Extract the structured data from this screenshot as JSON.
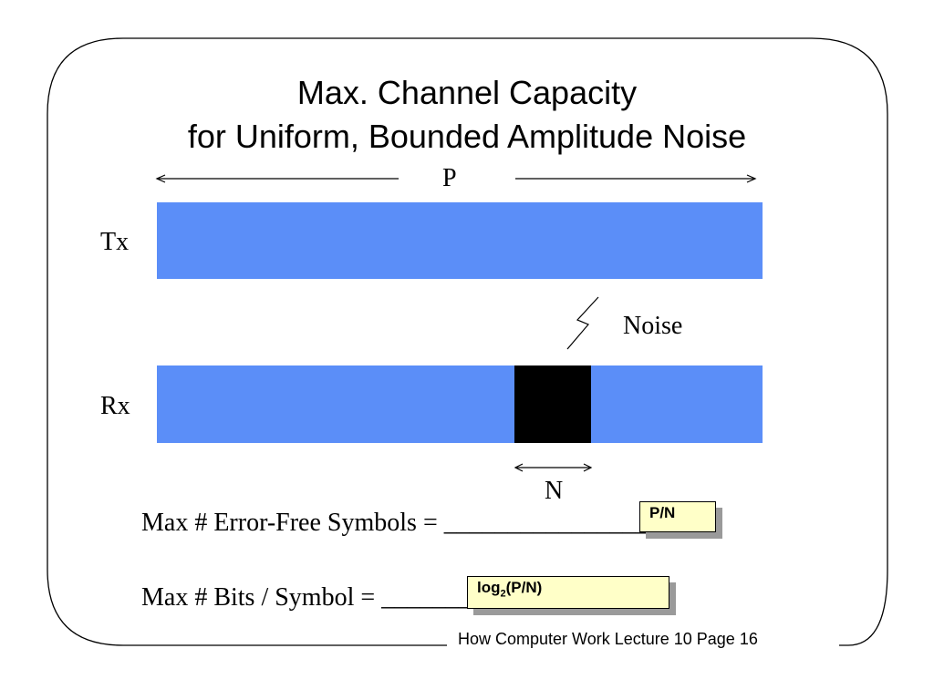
{
  "slide": {
    "title_line1": "Max. Channel Capacity",
    "title_line2": "for Uniform, Bounded Amplitude Noise",
    "p_label": "P",
    "tx_label": "Tx",
    "rx_label": "Rx",
    "noise_label": "Noise",
    "n_label": "N",
    "eq1_text": "Max # Error-Free Symbols = __________________",
    "eq1_answer": "P/N",
    "eq2_text": "Max # Bits / Symbol = _____________________",
    "eq2_answer_prefix": "log",
    "eq2_answer_sub": "2",
    "eq2_answer_suffix": "(P/N)",
    "footer": "How Computer Work Lecture 10 Page 16"
  },
  "colors": {
    "bar_fill": "#5b8ef8",
    "noise_block": "#000000",
    "answer_fill": "#ffffc8",
    "answer_shadow": "#9a9a9a"
  }
}
